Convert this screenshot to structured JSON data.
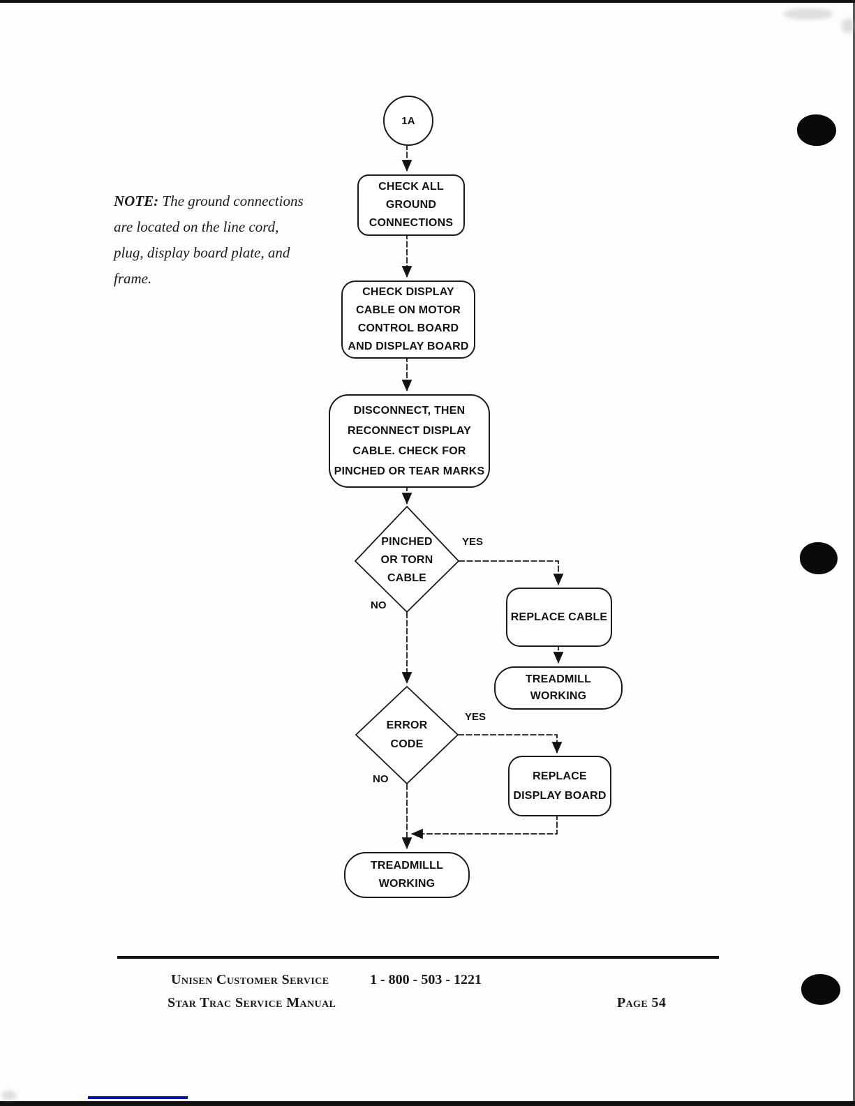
{
  "note": {
    "prefix": "NOTE:",
    "line1_rest": " The ground connections",
    "line2": "are located on the line cord,",
    "line3": "plug, display board plate, and",
    "line4": "frame."
  },
  "flowchart": {
    "start_label": "1A",
    "check_ground": [
      "CHECK ALL",
      "GROUND",
      "CONNECTIONS"
    ],
    "check_display_cable": [
      "CHECK DISPLAY",
      "CABLE ON MOTOR",
      "CONTROL BOARD",
      "AND DISPLAY BOARD"
    ],
    "disconnect_reconnect": [
      "DISCONNECT, THEN",
      "RECONNECT DISPLAY",
      "CABLE. CHECK FOR",
      "PINCHED OR TEAR MARKS"
    ],
    "decision_pinched": [
      "PINCHED",
      "OR TORN",
      "CABLE"
    ],
    "decision_error": [
      "ERROR",
      "CODE"
    ],
    "yes1": "YES",
    "no1": "NO",
    "yes2": "YES",
    "no2": "NO",
    "replace_cable": "REPLACE CABLE",
    "treadmill_working_1": [
      "TREADMILL",
      "WORKING"
    ],
    "replace_display_board": [
      "REPLACE",
      "DISPLAY BOARD"
    ],
    "treadmill_working_2": [
      "TREADMILLL",
      "WORKING"
    ]
  },
  "footer": {
    "customer_service": "Unisen Customer Service",
    "manual_title": "Star Trac Service Manual",
    "phone": "1 - 800 - 503 - 1221",
    "page_label": "Page 54"
  },
  "colors": {
    "ink": "#1a1a1a",
    "annotation_blue": "#0009c4"
  }
}
